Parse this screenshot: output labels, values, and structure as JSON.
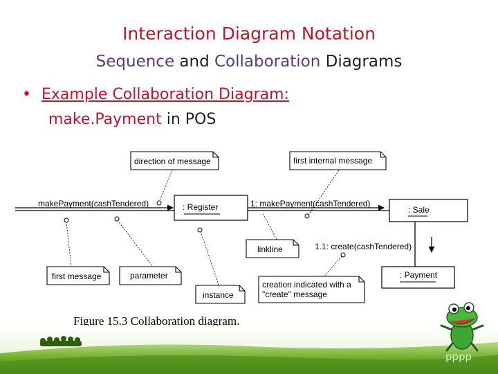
{
  "title": "Interaction Diagram Notation",
  "subtitle": {
    "part1": "Sequence",
    "part2": " and ",
    "part3": "Collaboration",
    "part4": " Diagrams"
  },
  "bullet": {
    "symbol": "•",
    "text": "Example Collaboration Diagram:",
    "line2_part1": "make.Payment",
    "line2_part2": " in POS"
  },
  "diagram": {
    "notes": {
      "direction": "direction of message",
      "first_internal": "first internal message",
      "first_message": "first message",
      "parameter": "parameter",
      "instance": "instance",
      "linkline": "linkline",
      "creation_line1": "creation indicated with a",
      "creation_line2": "\"create\" message"
    },
    "objects": {
      "register": ": Register",
      "sale": ": Sale",
      "payment": ": Payment"
    },
    "messages": {
      "external": "makePayment(cashTendered)",
      "internal": "1: makePayment(cashTendered)",
      "create": "1.1: create(cashTendered)"
    },
    "caption": "Figure 15.3 Collaboration diagram."
  },
  "footer": {
    "logo_text": "pppp"
  },
  "colors": {
    "title_red": "#c0142b",
    "purple": "#5a3a7c",
    "grass": "#6fae2a",
    "frog": "#3fa535"
  }
}
